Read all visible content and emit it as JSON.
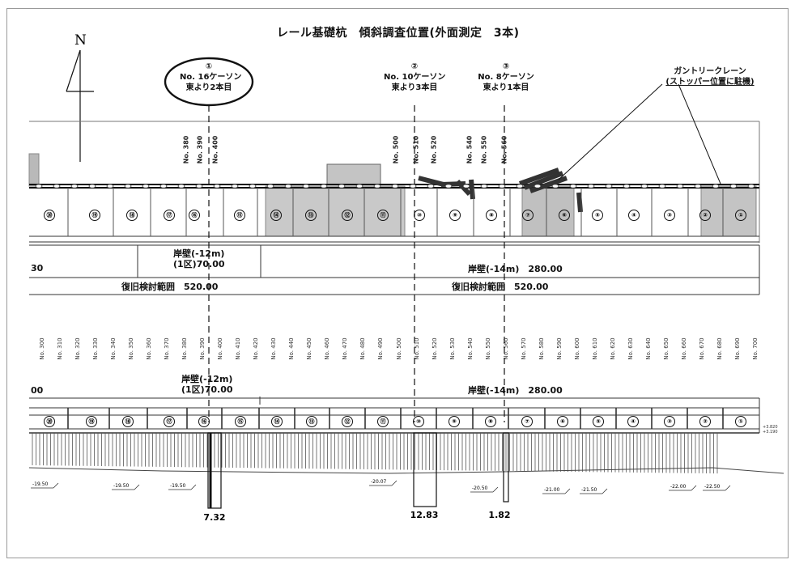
{
  "title": "レール基礎杭　傾斜調査位置(外面測定　3本)",
  "north": "N",
  "locations": [
    {
      "id": "loc1",
      "mark": "①",
      "line1": "No. 16ケーソン",
      "line2": "東より2本目"
    },
    {
      "id": "loc2",
      "mark": "②",
      "line1": "No. 10ケーソン",
      "line2": "東より3本目"
    },
    {
      "id": "loc3",
      "mark": "③",
      "line1": "No. 8ケーソン",
      "line2": "東より1本目"
    }
  ],
  "gantry": {
    "line1": "ガントリークレーン",
    "line2": "(ストッパー位置に駐機)"
  },
  "plan_markers": [
    "No. 380",
    "No. 390",
    "No. 400",
    "No. 500",
    "No. 510",
    "No. 520",
    "No. 540",
    "No. 550",
    "No. 560"
  ],
  "plan_caissons": [
    "⑳",
    "⑲",
    "⑱",
    "⑰",
    "⑯",
    "⑮",
    "⑭",
    "⑬",
    "⑫",
    "⑪",
    "⑩",
    "⑨",
    "⑧",
    "⑦",
    "⑥",
    "⑤",
    "④",
    "③",
    "②",
    "①"
  ],
  "walls": {
    "left_cut": "30",
    "section12_line1": "岸壁(-12m)",
    "section12_line2": "(1区)70.00",
    "section14": "岸壁(-14m)　280.00",
    "range_left": "復旧検討範囲　520.00",
    "range_right": "復旧検討範囲　520.00",
    "left_cut2": "00"
  },
  "elev_markers": [
    "No. 300",
    "No. 310",
    "No. 320",
    "No. 330",
    "No. 340",
    "No. 350",
    "No. 360",
    "No. 370",
    "No. 380",
    "No. 390",
    "No. 400",
    "No. 410",
    "No. 420",
    "No. 430",
    "No. 440",
    "No. 450",
    "No. 460",
    "No. 470",
    "No. 480",
    "No. 490",
    "No. 500",
    "No. 510",
    "No. 520",
    "No. 530",
    "No. 540",
    "No. 550",
    "No. 560",
    "No. 570",
    "No. 580",
    "No. 590",
    "No. 600",
    "No. 610",
    "No. 620",
    "No. 630",
    "No. 640",
    "No. 650",
    "No. 660",
    "No. 670",
    "No. 680",
    "No. 690",
    "No. 700"
  ],
  "elev_caissons": [
    "⑳",
    "⑲",
    "⑱",
    "⑰",
    "⑯",
    "⑮",
    "⑭",
    "⑬",
    "⑫",
    "⑪",
    "⑩",
    "⑨",
    "⑧",
    "⑦",
    "⑥",
    "⑤",
    "④",
    "③",
    "②",
    "①"
  ],
  "depths": [
    "-19.50",
    "-19.50",
    "-19.50",
    "-20.07",
    "-20.50",
    "-21.00",
    "-21.50",
    "-22.00",
    "-22.50"
  ],
  "right_tag": {
    "line1": "+3.820",
    "line2": "+3.190"
  },
  "tilts": [
    {
      "id": "t1",
      "value": "7.32"
    },
    {
      "id": "t2",
      "value": "12.83"
    },
    {
      "id": "t3",
      "value": "1.82"
    }
  ]
}
